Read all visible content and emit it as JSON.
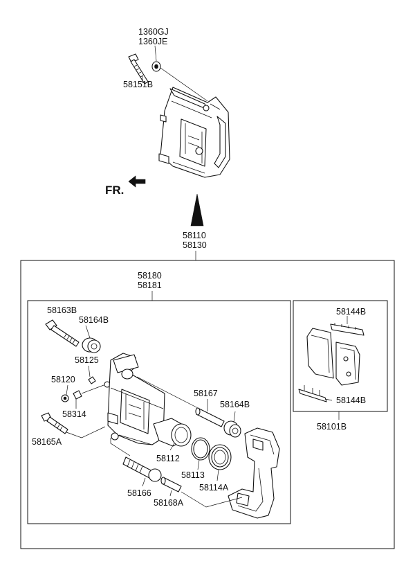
{
  "labels": {
    "nut_gj": "1360GJ",
    "nut_je": "1360JE",
    "bolt_top": "58151B",
    "front_dir": "FR.",
    "assy_a": "58110",
    "assy_b": "58130",
    "caliper_a": "58180",
    "caliper_b": "58181",
    "guide_bolt": "58163B",
    "boot_top": "58164B",
    "cap": "58125",
    "bleeder_cap": "58120",
    "bleeder": "58314",
    "lower_bolt": "58165A",
    "guide_pin": "58167",
    "boot_right": "58164B",
    "piston": "58112",
    "seal": "58113",
    "piston_boot": "58114A",
    "lower_pin_boot": "58166",
    "lower_pin": "58168A",
    "shim_top": "58144B",
    "shim_bottom": "58144B",
    "pad_kit": "58101B"
  }
}
